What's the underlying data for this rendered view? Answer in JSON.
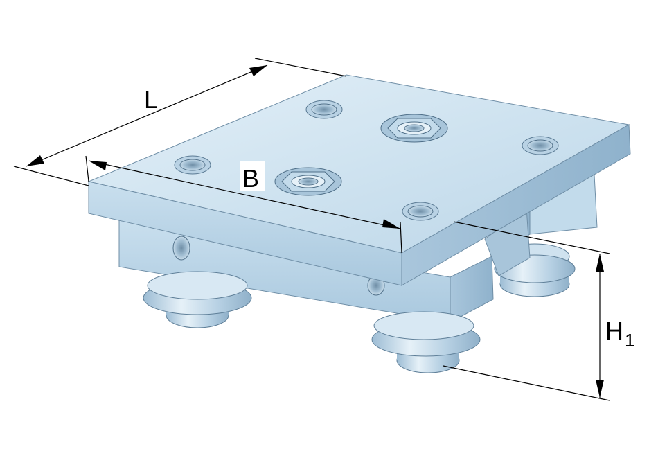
{
  "labels": {
    "length": "L",
    "width": "B",
    "height_main": "H",
    "height_sub": "1"
  },
  "colors": {
    "plate_top": "#d3e6f2",
    "plate_side": "#b8d3e6",
    "metal_dark": "#8fb2cc",
    "line": "#000000",
    "background": "#ffffff"
  }
}
